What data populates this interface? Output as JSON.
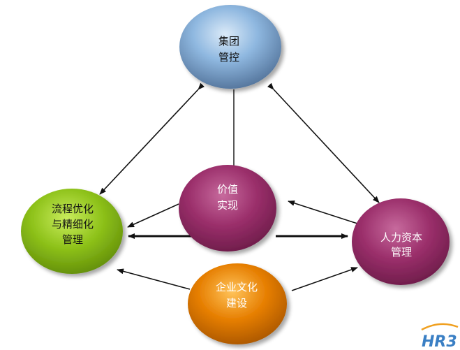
{
  "colors": {
    "top_node": "#8fb8e0",
    "center_node": "#9b2f6b",
    "left_node": "#8ec21a",
    "right_node": "#9b2f6b",
    "bottom_node": "#e67e00",
    "arrow": "#111111",
    "logo": "#3a7fc4"
  },
  "nodes": {
    "group_control": {
      "line1": "集团",
      "line2": "管控"
    },
    "value_realization": {
      "line1": "价值",
      "line2": "实现"
    },
    "process_optimization": {
      "line1": "流程优化",
      "line2": "与精细化",
      "line3": "管理"
    },
    "human_capital": {
      "line1": "人力资本",
      "line2": "管理"
    },
    "corporate_culture": {
      "line1": "企业文化",
      "line2": "建设"
    }
  },
  "logo": {
    "text": "HR3"
  }
}
